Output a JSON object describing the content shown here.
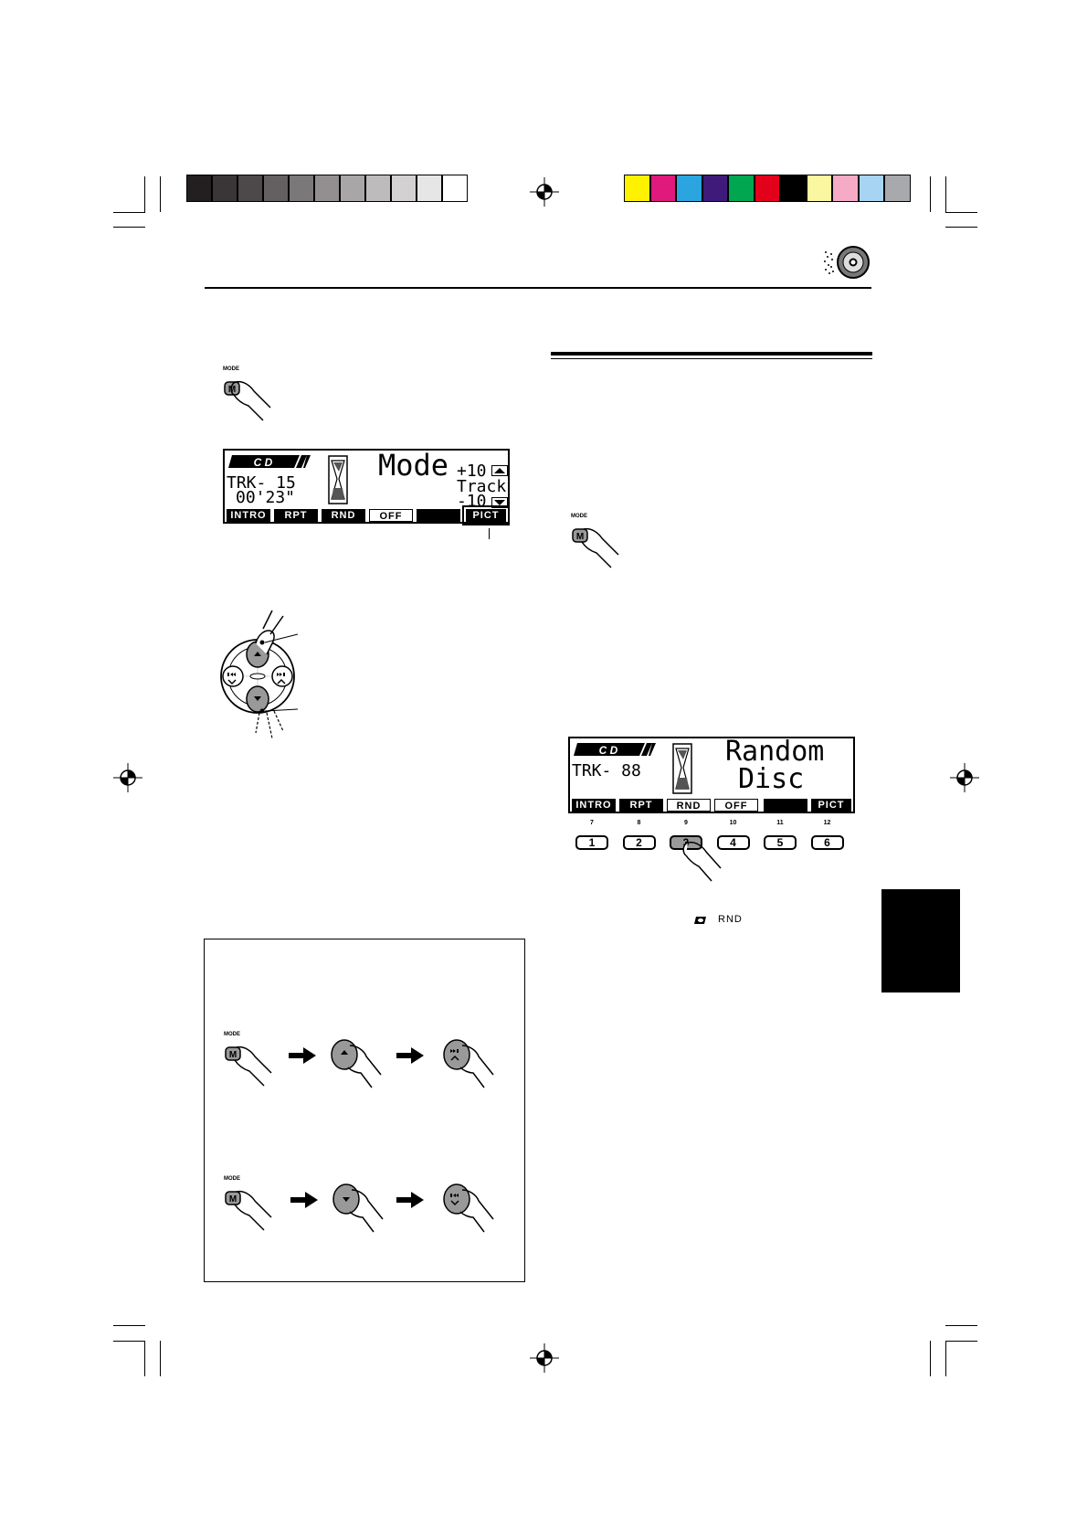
{
  "color_bar": {
    "gray_swatches": [
      "#231f20",
      "#3a3637",
      "#4d494a",
      "#646062",
      "#7b7879",
      "#938f90",
      "#a9a6a7",
      "#bebbbc",
      "#d3d1d2",
      "#e7e6e6",
      "#ffffff"
    ],
    "color_swatches": [
      "#fff200",
      "#e0197d",
      "#2aa5e0",
      "#3f1a7a",
      "#00a650",
      "#e3001b",
      "#000000",
      "#fbf6a0",
      "#f5aac6",
      "#a6d4f2",
      "#a7a9ac"
    ]
  },
  "header_icon": "cd-disc-icon",
  "mode_display": {
    "title": "Mode",
    "track_label": "TRK- 15",
    "time": "00'23\"",
    "plus": "+10",
    "track_word": "Track",
    "minus": "-10",
    "segments": [
      "INTRO",
      "RPT",
      "RND",
      "OFF",
      "",
      "PICT"
    ]
  },
  "random_display": {
    "line1": "Random",
    "line2": "Disc",
    "track_label": "TRK- 88",
    "segments": [
      "INTRO",
      "RPT",
      "RND",
      "OFF",
      "",
      "PICT"
    ]
  },
  "mode_label": "MODE",
  "presets": {
    "top_numbers": [
      "7",
      "8",
      "9",
      "10",
      "11",
      "12"
    ],
    "buttons": [
      "1",
      "2",
      "3",
      "4",
      "5",
      "6"
    ]
  },
  "rnd_indicator": "RND"
}
